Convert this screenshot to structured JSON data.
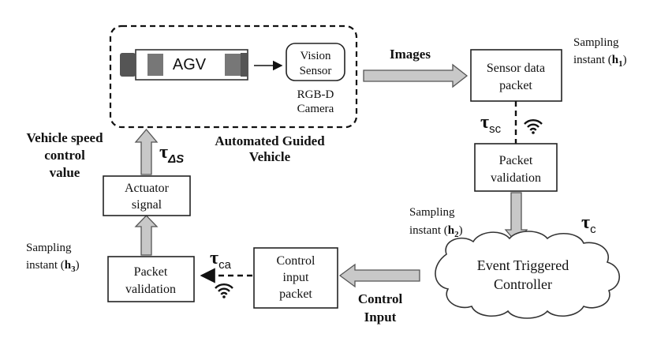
{
  "agv": {
    "label": "AGV",
    "vision_line1": "Vision",
    "vision_line2": "Sensor",
    "camera_line1": "RGB-D",
    "camera_line2": "Camera",
    "caption_line1": "Automated Guided",
    "caption_line2": "Vehicle"
  },
  "images_label": "Images",
  "sensor_packet": {
    "line1": "Sensor data",
    "line2": "packet"
  },
  "sampling_h1": {
    "line1": "Sampling",
    "line2": "instant (",
    "h": "h",
    "sub": "1",
    "close": ")"
  },
  "tau_sc": {
    "main": "τ",
    "sub": "sc"
  },
  "validation_top": {
    "line1": "Packet",
    "line2": "validation"
  },
  "sampling_h2": {
    "line1": "Sampling",
    "line2": "instant (",
    "h": "h",
    "sub": "2",
    "close": ")"
  },
  "tau_c": {
    "main": "τ",
    "sub": "c"
  },
  "controller": {
    "line1": "Event Triggered",
    "line2": "Controller"
  },
  "control_input_label": {
    "line1": "Control",
    "line2": "Input"
  },
  "control_packet": {
    "line1": "Control",
    "line2": "input",
    "line3": "packet"
  },
  "tau_ca": {
    "main": "τ",
    "sub": "ca"
  },
  "validation_bottom": {
    "line1": "Packet",
    "line2": "validation"
  },
  "sampling_h3": {
    "line1": "Sampling",
    "line2": "instant (",
    "h": "h",
    "sub": "3",
    "close": ")"
  },
  "actuator": {
    "line1": "Actuator",
    "line2": "signal"
  },
  "tau_ds": {
    "main": "τ",
    "sub": "ΔS"
  },
  "speed_label": {
    "line1": "Vehicle speed",
    "line2": "control",
    "line3": "value"
  },
  "colors": {
    "arrow_fill": "#c8c8c8",
    "arrow_stroke": "#555555",
    "box_stroke": "#222222",
    "wheel": "#555555",
    "cloud_fill": "#ffffff"
  }
}
